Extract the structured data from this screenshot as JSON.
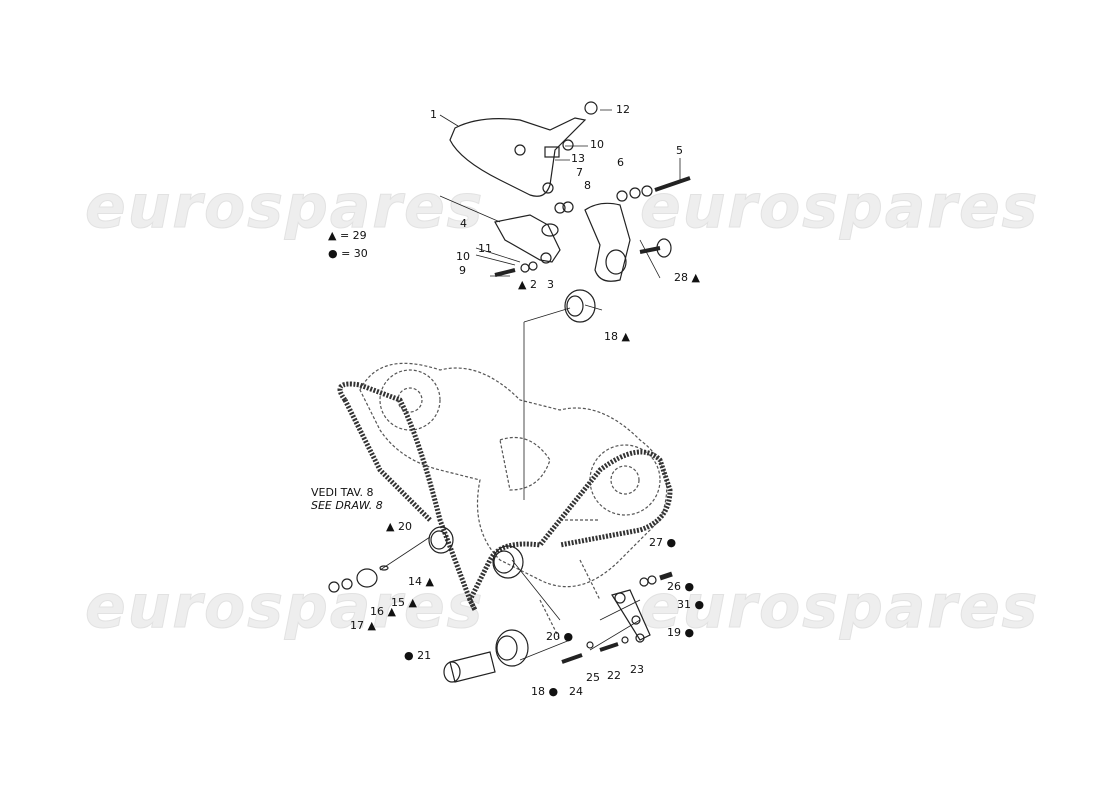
{
  "watermark": "eurospares",
  "legend": [
    {
      "symbol": "▲",
      "text": "▲ = 29"
    },
    {
      "symbol": "●",
      "text": "● = 30"
    }
  ],
  "reference_note": {
    "line1": "VEDI TAV. 8",
    "line2": "SEE DRAW. 8"
  },
  "callouts": [
    "1",
    "12",
    "10",
    "13",
    "5",
    "7",
    "8",
    "6",
    "4",
    "11",
    "10",
    "9",
    "▲ 2",
    "3",
    "28 ▲",
    "18 ▲",
    "▲ 20",
    "14 ▲",
    "15 ▲",
    "16 ▲",
    "17 ▲",
    "27 ●",
    "26 ●",
    "31 ●",
    "19 ●",
    "20 ●",
    "● 21",
    "18 ●",
    "24",
    "25",
    "22",
    "23"
  ],
  "colors": {
    "line": "#222222",
    "watermark": "#eeeeee"
  }
}
